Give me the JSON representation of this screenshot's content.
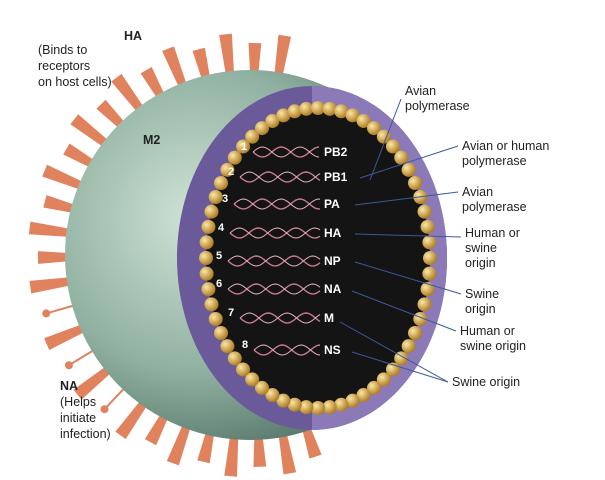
{
  "left_labels": {
    "ha": {
      "title": "HA",
      "desc": [
        "(Binds to",
        "receptors",
        "on host cells)"
      ]
    },
    "m2": "M2",
    "na": {
      "title": "NA",
      "desc": [
        "(Helps",
        "initiate",
        "infection)"
      ]
    }
  },
  "segments": [
    {
      "num": "1",
      "name": "PB2"
    },
    {
      "num": "2",
      "name": "PB1"
    },
    {
      "num": "3",
      "name": "PA"
    },
    {
      "num": "4",
      "name": "HA"
    },
    {
      "num": "5",
      "name": "NP"
    },
    {
      "num": "6",
      "name": "NA"
    },
    {
      "num": "7",
      "name": "M"
    },
    {
      "num": "8",
      "name": "NS"
    }
  ],
  "origins": [
    [
      "Avian",
      "polymerase"
    ],
    [
      "Avian or human",
      "polymerase"
    ],
    [
      "Avian",
      "polymerase"
    ],
    [
      "Human or",
      "swine",
      "origin"
    ],
    [
      "Swine",
      "origin"
    ],
    [
      "Human or",
      "swine origin"
    ],
    [
      "Swine origin"
    ]
  ],
  "colors": {
    "spike": "#e0825e",
    "envelope": "#8fb0a0",
    "shell": "#6a5a9a",
    "core": "#141414",
    "bead": "#d9a845",
    "rna": "#c87a8a"
  }
}
